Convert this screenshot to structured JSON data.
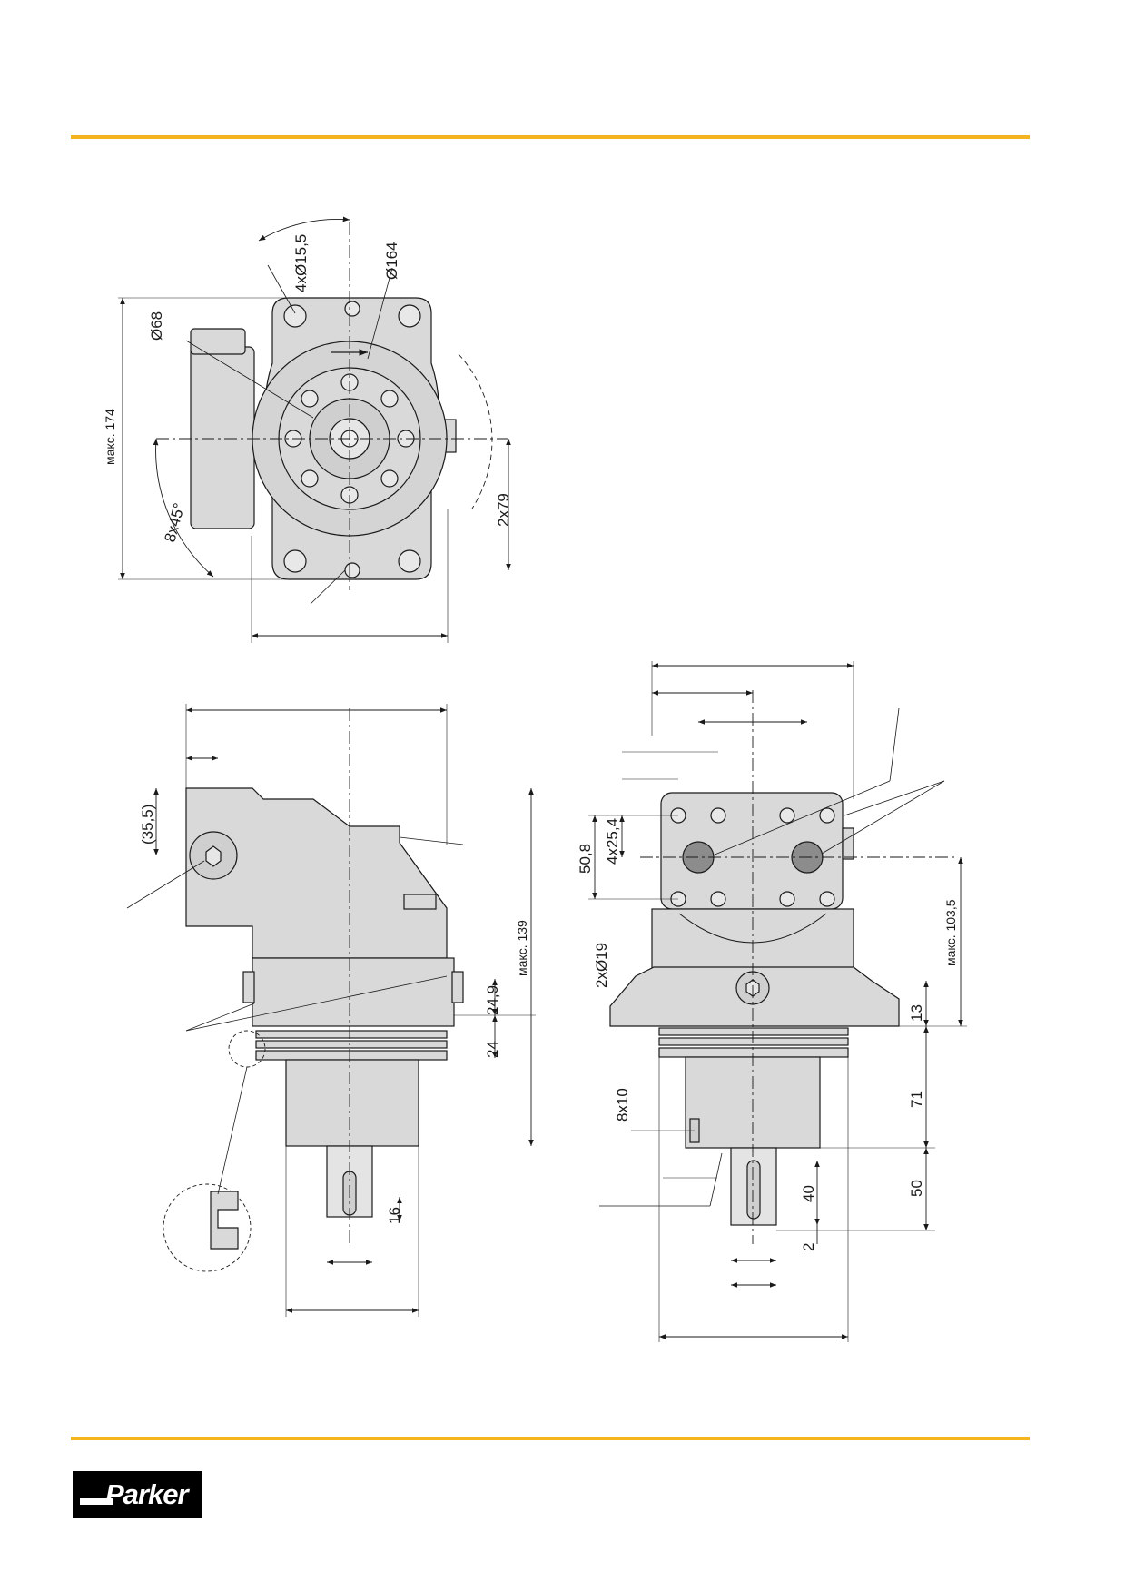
{
  "colors": {
    "accent": "#f3b41f",
    "body_fill": "#d9d9d9",
    "port_fill": "#8c8c8c",
    "line": "#1a1a1a"
  },
  "brand": {
    "logo_text": "Parker"
  },
  "front_view": {
    "dims": {
      "bolt_holes": "4xØ15,5",
      "pitch_circle": "Ø164",
      "pilot": "Ø68",
      "height_max": "макс. 174",
      "chamfer": "8x45°",
      "port_spacing": "2x79"
    }
  },
  "side_view": {
    "dims": {
      "offset": "(35,5)",
      "height_max": "макс. 139",
      "flange_offset": "24,9",
      "flange_depth": "24",
      "key_width": "16"
    }
  },
  "top_view": {
    "dims": {
      "port_pattern_v": "50,8",
      "port_pattern_h": "4x25,4",
      "port_dia": "2xØ19",
      "height_max": "макс. 103,5",
      "flange_h": "13",
      "pilot_len": "71",
      "shaft_len": "50",
      "key_len": "40",
      "key_offset": "2",
      "key_size": "8x10"
    }
  }
}
